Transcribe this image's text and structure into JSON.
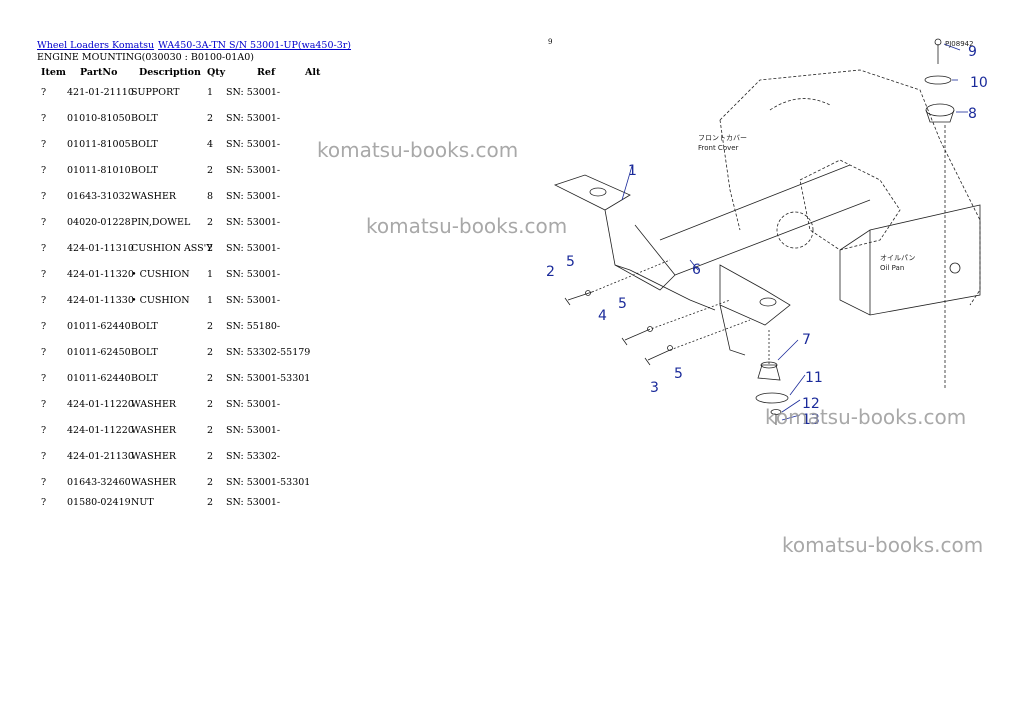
{
  "breadcrumb": {
    "link1": "Wheel Loaders Komatsu",
    "link2": "WA450-3A-TN S/N 53001-UP(wa450-3r)"
  },
  "section_title": "ENGINE MOUNTING(030030 : B0100-01A0)",
  "page_number": "9",
  "table": {
    "headers": {
      "item": "Item",
      "part_no": "PartNo",
      "description": "Description",
      "qty": "Qty",
      "ref": "Ref",
      "alt": "Alt"
    },
    "rows": [
      {
        "item": "?",
        "part_no": "421-01-21110",
        "description": "SUPPORT",
        "qty": "1",
        "ref": "SN: 53001-"
      },
      {
        "item": "?",
        "part_no": "01010-81050",
        "description": "BOLT",
        "qty": "2",
        "ref": "SN: 53001-"
      },
      {
        "item": "?",
        "part_no": "01011-81005",
        "description": "BOLT",
        "qty": "4",
        "ref": "SN: 53001-"
      },
      {
        "item": "?",
        "part_no": "01011-81010",
        "description": "BOLT",
        "qty": "2",
        "ref": "SN: 53001-"
      },
      {
        "item": "?",
        "part_no": "01643-31032",
        "description": "WASHER",
        "qty": "8",
        "ref": "SN: 53001-"
      },
      {
        "item": "?",
        "part_no": "04020-01228",
        "description": "PIN,DOWEL",
        "qty": "2",
        "ref": "SN: 53001-"
      },
      {
        "item": "?",
        "part_no": "424-01-11310",
        "description": "CUSHION ASS'Y",
        "qty": "2",
        "ref": "SN: 53001-"
      },
      {
        "item": "?",
        "part_no": "424-01-11320",
        "description": "• CUSHION",
        "qty": "1",
        "ref": "SN: 53001-"
      },
      {
        "item": "?",
        "part_no": "424-01-11330",
        "description": "• CUSHION",
        "qty": "1",
        "ref": "SN: 53001-"
      },
      {
        "item": "?",
        "part_no": "01011-62440",
        "description": "BOLT",
        "qty": "2",
        "ref": "SN: 55180-"
      },
      {
        "item": "?",
        "part_no": "01011-62450",
        "description": "BOLT",
        "qty": "2",
        "ref": "SN: 53302-55179"
      },
      {
        "item": "?",
        "part_no": "01011-62440",
        "description": "BOLT",
        "qty": "2",
        "ref": "SN: 53001-53301"
      },
      {
        "item": "?",
        "part_no": "424-01-11220",
        "description": "WASHER",
        "qty": "2",
        "ref": "SN: 53001-"
      },
      {
        "item": "?",
        "part_no": "424-01-11220",
        "description": "WASHER",
        "qty": "2",
        "ref": "SN: 53001-"
      },
      {
        "item": "?",
        "part_no": "424-01-21130",
        "description": "WASHER",
        "qty": "2",
        "ref": "SN: 53302-"
      },
      {
        "item": "?",
        "part_no": "01643-32460",
        "description": "WASHER",
        "qty": "2",
        "ref": "SN: 53001-53301"
      },
      {
        "item": "?",
        "part_no": "01580-02419",
        "description": "NUT",
        "qty": "2",
        "ref": "SN: 53001-"
      }
    ]
  },
  "watermark": "komatsu-books.com",
  "diagram": {
    "code": "PJ08942",
    "front_cover": "Front Cover",
    "front_cover_jp": "フロントカバー",
    "oil_pan": "Oil Pan",
    "oil_pan_jp": "オイルパン",
    "callouts": [
      "1",
      "2",
      "3",
      "4",
      "5",
      "5",
      "5",
      "6",
      "7",
      "8",
      "9",
      "10",
      "11",
      "12",
      "13"
    ]
  },
  "colors": {
    "link": "#0000cc",
    "callout": "#1a2a9a",
    "watermark": "#9a9a9a"
  }
}
